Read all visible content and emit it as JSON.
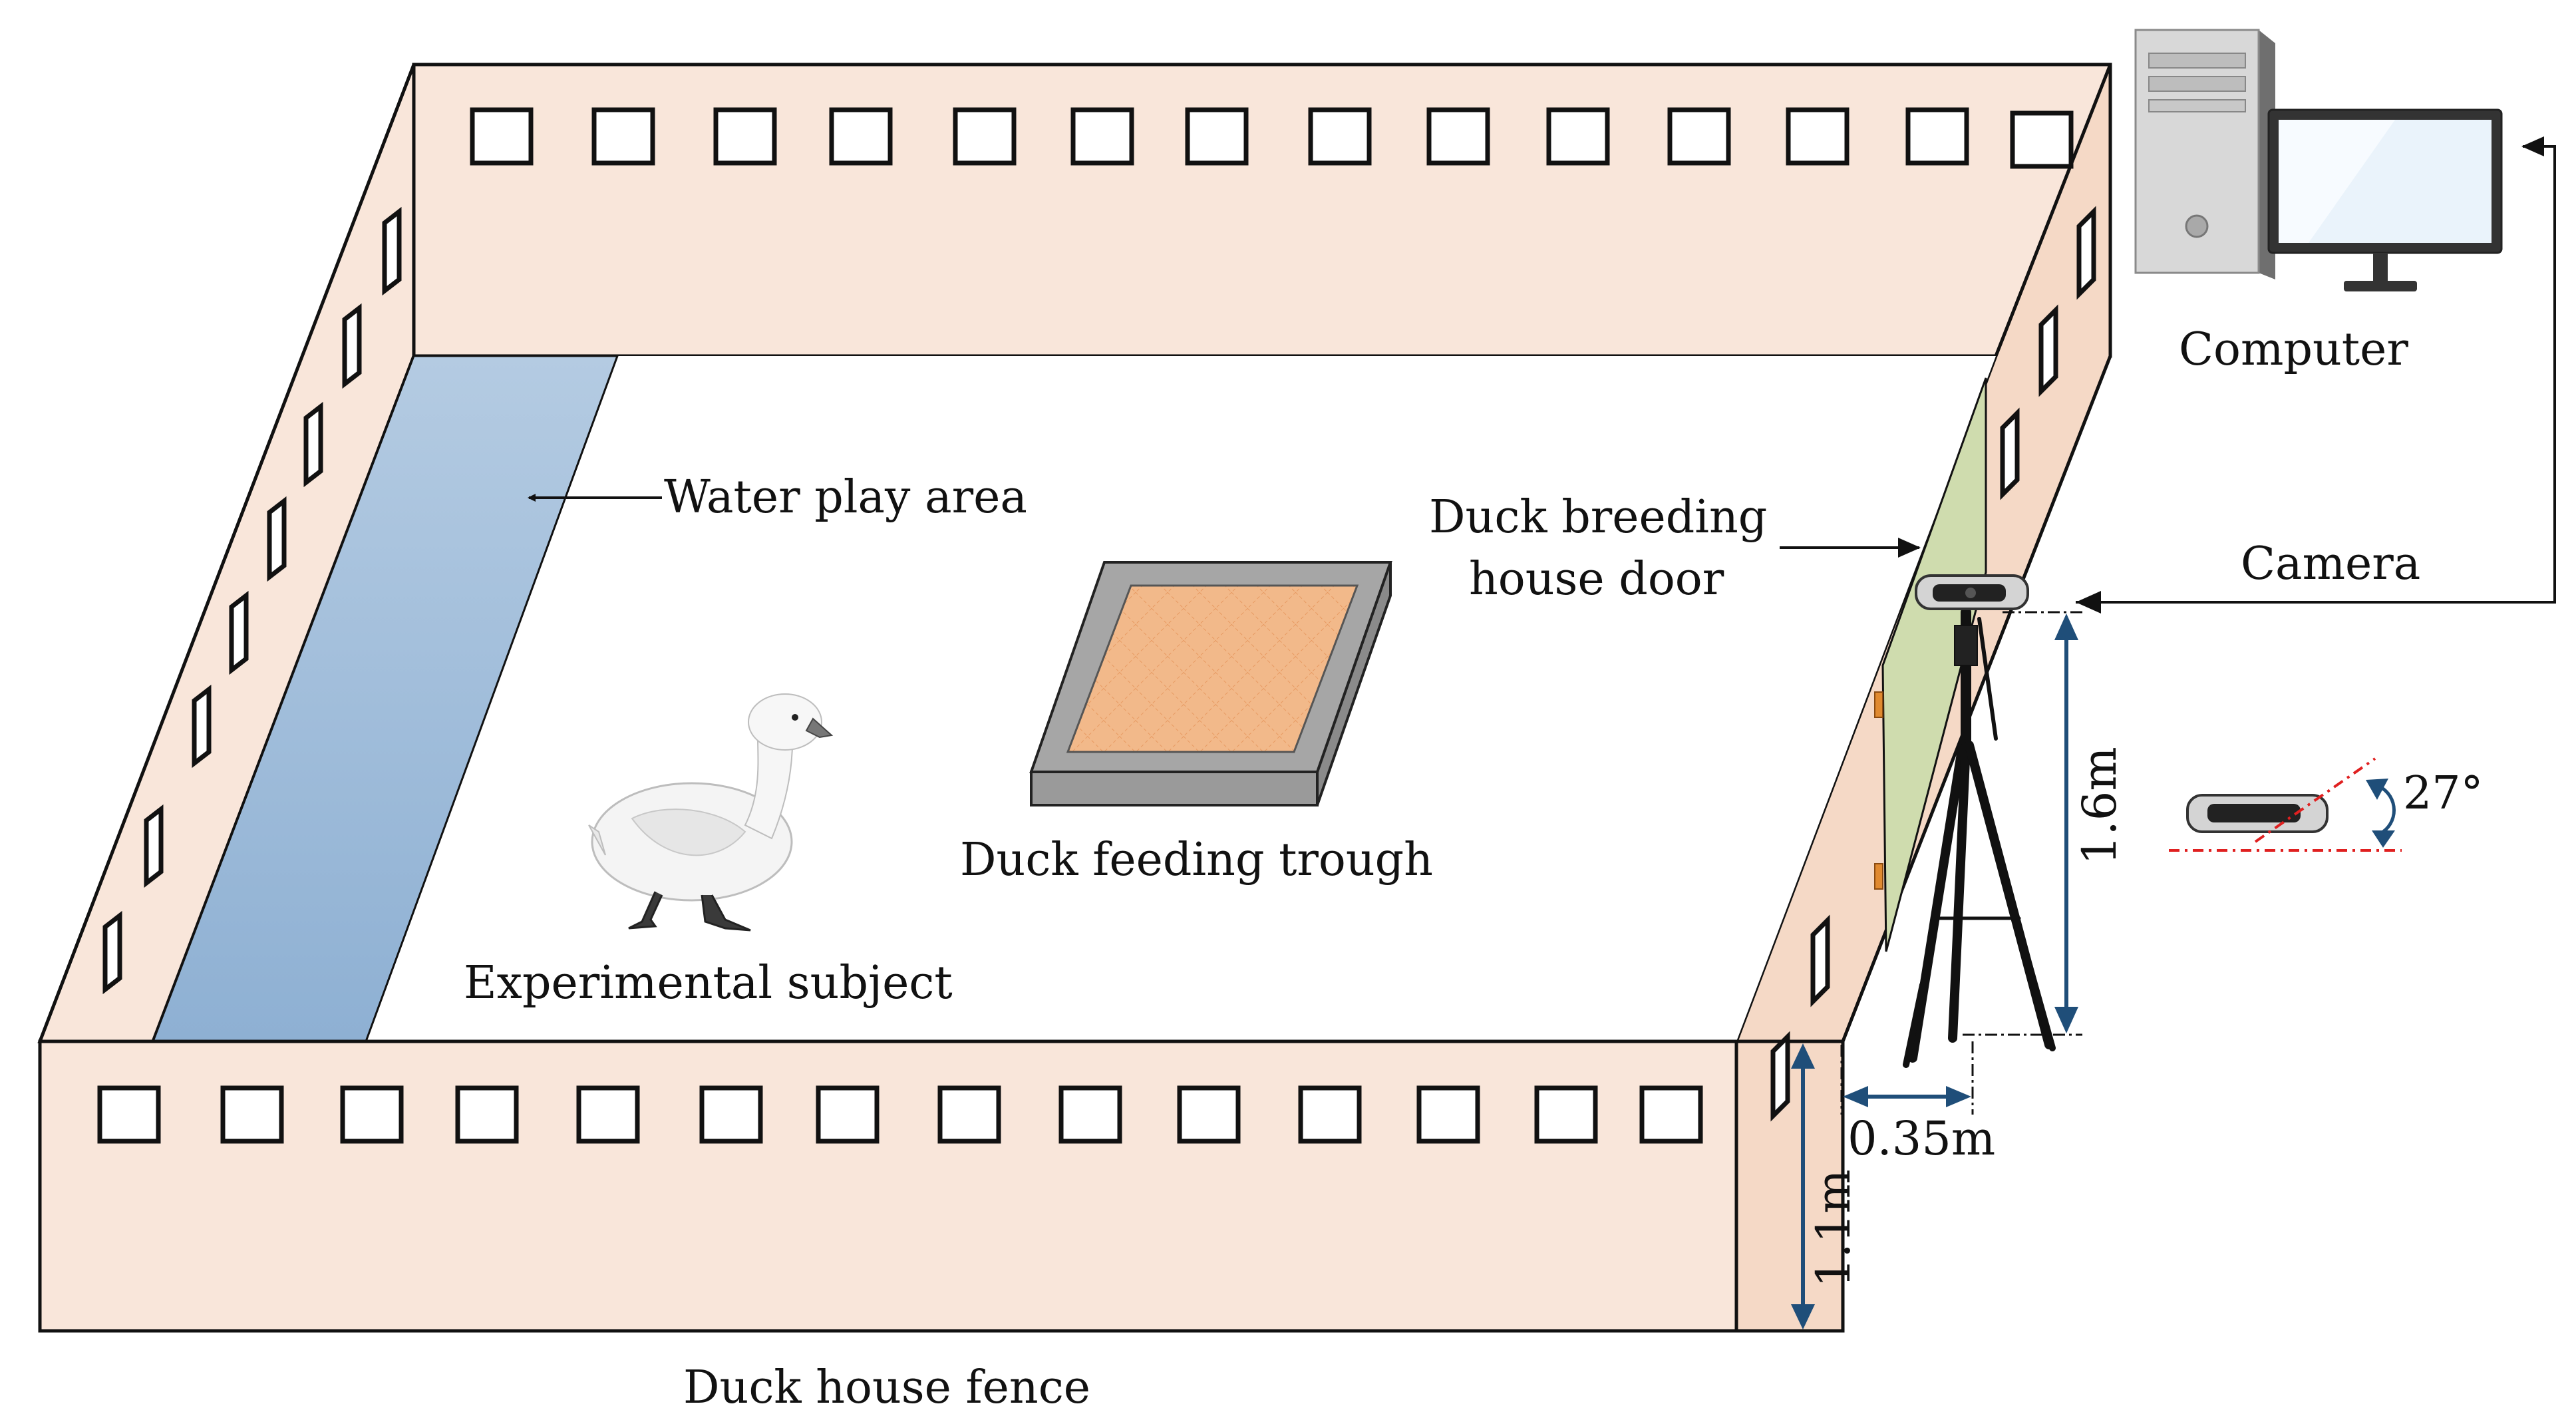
{
  "labels": {
    "water_play_area": "Water play area",
    "duck_breeding_house_door_line1": "Duck breeding",
    "duck_breeding_house_door_line2": "house door",
    "duck_feeding_trough": "Duck feeding trough",
    "experimental_subject": "Experimental subject",
    "duck_house_fence": "Duck house fence",
    "computer": "Computer",
    "camera": "Camera"
  },
  "dimensions": {
    "camera_height": "1.6m",
    "camera_distance": "0.35m",
    "fence_height": "1.1m",
    "camera_tilt": "27°"
  },
  "colors": {
    "fence_fill": "#f9e6da",
    "fence_side_fill": "#f5d9c6",
    "water_fill": "#9ebbd9",
    "door_fill": "#cfdcae",
    "trough_frame": "#a6a6a6",
    "trough_inner": "#f2b98a",
    "dimension_arrow": "#1f4e79",
    "angle_line": "#e02020"
  }
}
